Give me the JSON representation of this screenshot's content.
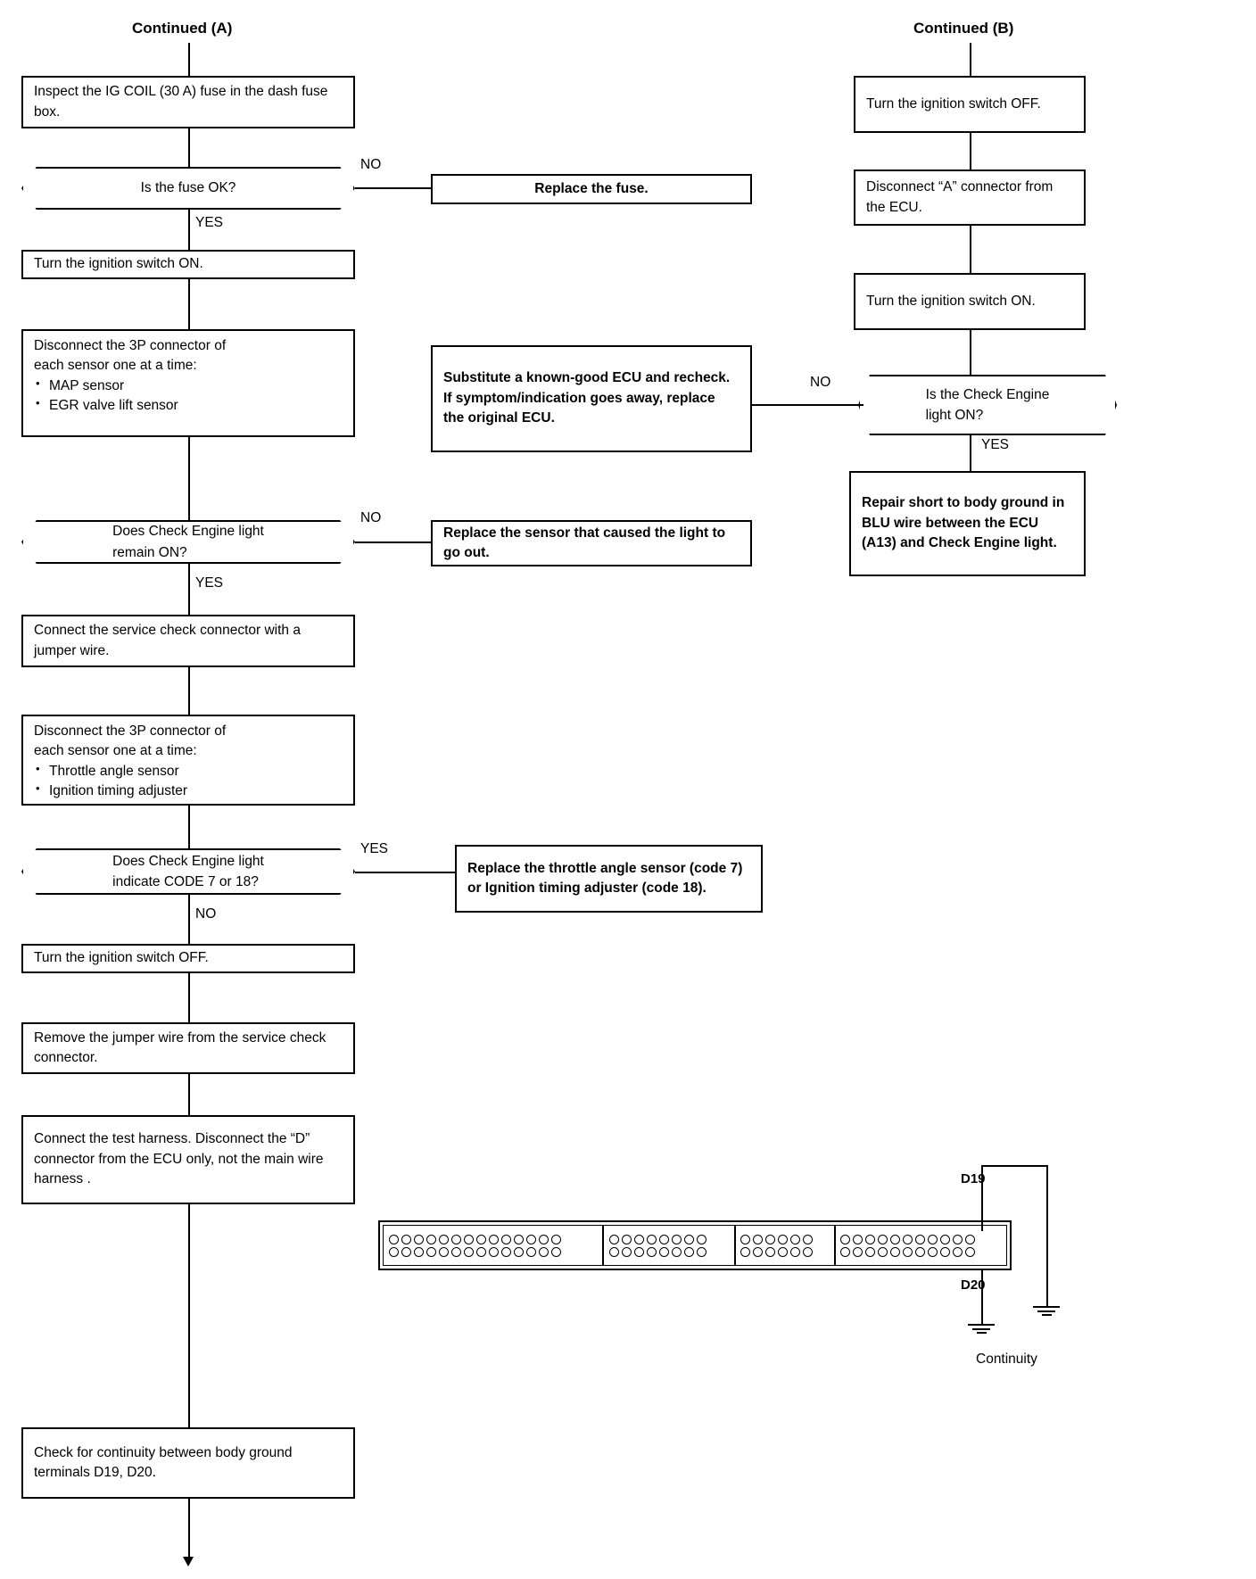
{
  "headers": {
    "left": "Continued (A)",
    "right": "Continued (B)"
  },
  "left_column": {
    "b1": "Inspect the IG COIL (30 A) fuse in the dash fuse box.",
    "d1": "Is the fuse OK?",
    "d1_no": "NO",
    "d1_yes": "YES",
    "b2": "Replace the fuse.",
    "b3": "Turn the ignition switch ON.",
    "b4_line1": "Disconnect the 3P connector of",
    "b4_line2": "each sensor one at a time:",
    "b4_items": [
      "MAP sensor",
      "EGR valve lift sensor"
    ],
    "d2_line1": "Does Check Engine light",
    "d2_line2": "remain ON?",
    "d2_no": "NO",
    "d2_yes": "YES",
    "b5": "Replace the sensor that caused the light to go out.",
    "b6": "Connect the service check connector with a jumper wire.",
    "b7_line1": "Disconnect the 3P connector of",
    "b7_line2": "each sensor one at a time:",
    "b7_items": [
      "Throttle angle sensor",
      "Ignition timing adjuster"
    ],
    "d3_line1": "Does Check Engine light",
    "d3_line2": "indicate CODE 7 or 18?",
    "d3_yes": "YES",
    "d3_no": "NO",
    "b8": "Replace the throttle angle sensor (code 7) or Ignition timing adjuster (code 18).",
    "b9": "Turn the ignition switch OFF.",
    "b10": "Remove the jumper wire from the service check connector.",
    "b11": "Connect the test harness. Disconnect the “D” connector from the ECU only, not the main wire harness .",
    "b12": "Check for continuity between body ground terminals D19, D20."
  },
  "right_column": {
    "r1": "Turn the ignition switch OFF.",
    "r2": "Disconnect “A” connector from the ECU.",
    "r3": "Turn the ignition switch ON.",
    "rd1_line1": "Is the Check Engine",
    "rd1_line2": "light ON?",
    "rd1_no": "NO",
    "rd1_yes": "YES",
    "r_sub": "Substitute a known-good ECU and recheck. If symptom/indication goes away, replace the original ECU.",
    "r_repair": "Repair short to body ground in BLU wire between the ECU (A13) and Check Engine light."
  },
  "connector": {
    "label_d19": "D19",
    "label_d20": "D20",
    "caption": "Continuity",
    "groups": [
      14,
      8,
      6,
      11
    ]
  },
  "colors": {
    "line": "#000000",
    "background": "#ffffff"
  }
}
